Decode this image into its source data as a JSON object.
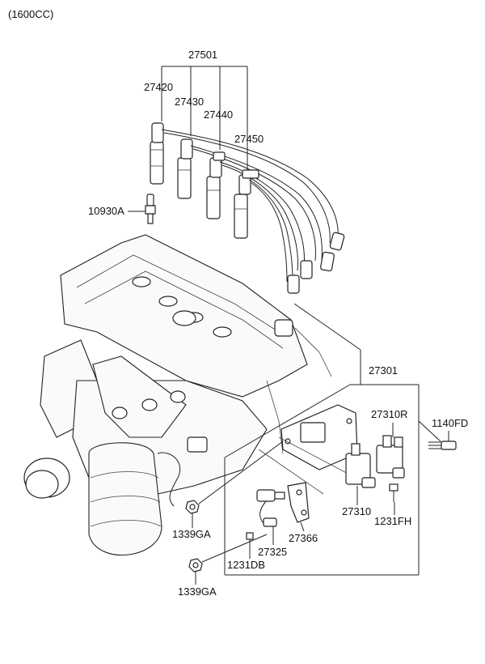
{
  "header": {
    "variant": "(1600CC)"
  },
  "labels": {
    "p27501": "27501",
    "p27420": "27420",
    "p27430": "27430",
    "p27440": "27440",
    "p27450": "27450",
    "p10930A": "10930A",
    "p27301": "27301",
    "p27310R": "27310R",
    "p1140FD": "1140FD",
    "p27310": "27310",
    "p1231FH": "1231FH",
    "p1339GA_a": "1339GA",
    "p27366": "27366",
    "p27325": "27325",
    "p1231DB": "1231DB",
    "p1339GA_b": "1339GA"
  },
  "colors": {
    "line": "#222222",
    "background": "#ffffff"
  }
}
